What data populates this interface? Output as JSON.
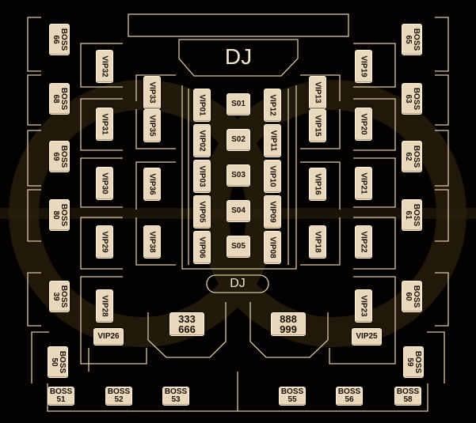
{
  "dj_labels": {
    "main": "DJ",
    "lower": "DJ"
  },
  "colors": {
    "background": "#030201",
    "seat": "#e9d8bb",
    "outline": "#d9c8a8",
    "watermark": "#3a2c10"
  },
  "seats": {
    "boss66": "BOSS\n66",
    "boss68": "BOSS\n68",
    "boss69": "BOSS\n69",
    "boss80": "BOSS\n80",
    "boss39": "BOSS\n39",
    "boss50": "BOSS\n50",
    "boss65": "BOSS\n65",
    "boss63": "BOSS\n63",
    "boss62": "BOSS\n62",
    "boss61": "BOSS\n61",
    "boss60": "BOSS\n60",
    "boss59": "BOSS\n59",
    "boss51": "BOSS\n51",
    "boss52": "BOSS\n52",
    "boss53": "BOSS\n53",
    "boss55": "BOSS\n55",
    "boss56": "BOSS\n56",
    "boss58": "BOSS\n58",
    "vip32": "VIP32",
    "vip31": "VIP31",
    "vip30": "VIP30",
    "vip29": "VIP29",
    "vip28": "VIP28",
    "vip33": "VIP33",
    "vip35": "VIP35",
    "vip36": "VIP36",
    "vip38": "VIP38",
    "vip01": "VIP01",
    "vip02": "VIP02",
    "vip03": "VIP03",
    "vip05": "VIP05",
    "vip06": "VIP06",
    "vip12": "VIP12",
    "vip11": "VIP11",
    "vip10": "VIP10",
    "vip09": "VIP09",
    "vip08": "VIP08",
    "vip13": "VIP13",
    "vip15": "VIP15",
    "vip16": "VIP16",
    "vip18": "VIP18",
    "vip19": "VIP19",
    "vip20": "VIP20",
    "vip21": "VIP21",
    "vip22": "VIP22",
    "vip23": "VIP23",
    "vip26": "VIP26",
    "vip25": "VIP25",
    "s01": "S01",
    "s02": "S02",
    "s03": "S03",
    "s04": "S04",
    "s05": "S05",
    "t333": "333\n666",
    "t888": "888\n999"
  }
}
